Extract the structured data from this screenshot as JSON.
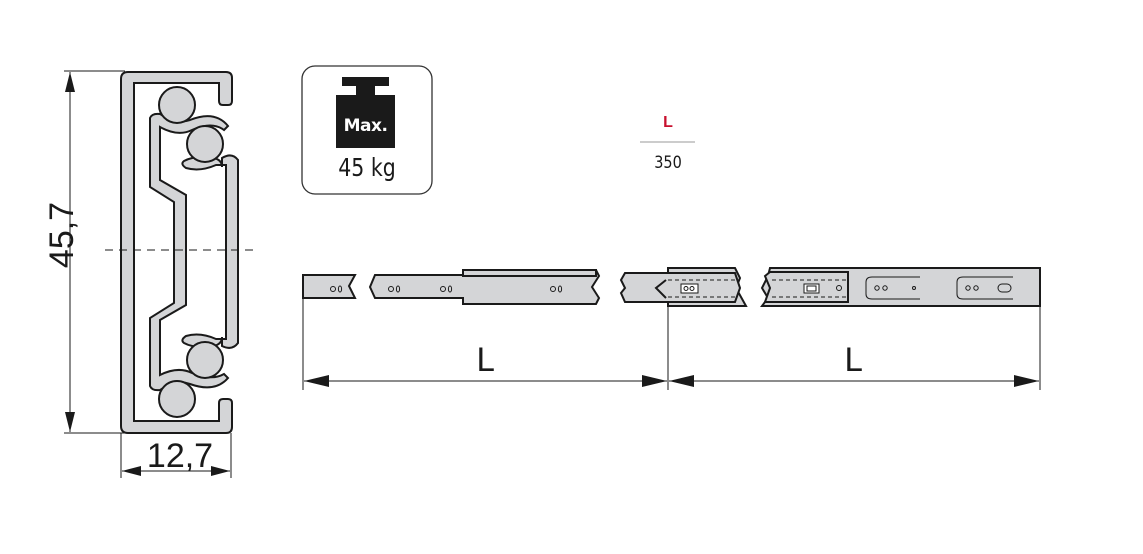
{
  "profile_section": {
    "height_dimension": "45,7",
    "width_dimension": "12,7",
    "unit_implied": "mm"
  },
  "load_badge": {
    "icon": "weight-icon",
    "weight_label": "Max.",
    "capacity": "45 kg"
  },
  "length_table": {
    "header": "L",
    "values": [
      "350"
    ],
    "header_color": "#c8102e"
  },
  "extension_diagram": {
    "dimension_labels": [
      "L",
      "L"
    ]
  },
  "colors": {
    "rail_fill": "#d4d5d7",
    "line": "#1a1a1a",
    "accent_red": "#c8102e"
  }
}
